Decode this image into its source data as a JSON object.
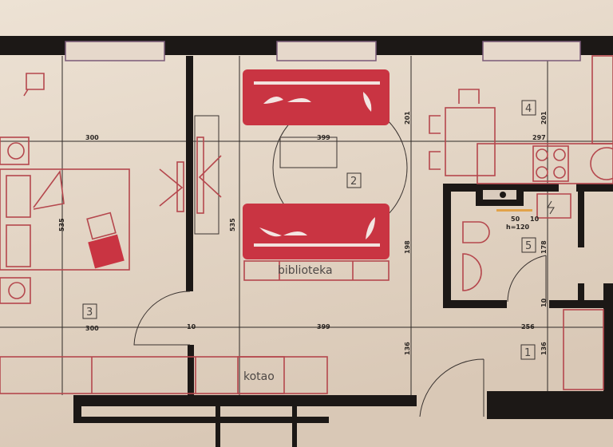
{
  "colors": {
    "paper": "#e8dccd",
    "wall": "#1c1816",
    "furniture_accent": "#c93442",
    "furniture_line": "#b5474d"
  },
  "rooms": [
    {
      "number": "1"
    },
    {
      "number": "2"
    },
    {
      "number": "3"
    },
    {
      "number": "4"
    },
    {
      "number": "5"
    }
  ],
  "labels": {
    "library": "biblioteka",
    "boiler": "kotao"
  },
  "dimensions": {
    "room3_top_width": "300",
    "room3_bottom_width": "300",
    "room3_height": "535",
    "room2_height": "535",
    "room2_top_width": "399",
    "room2_bottom_width": "399",
    "passage_width": "10",
    "left_201": "201",
    "right_201": "201",
    "kitchen_width": "297",
    "hall_height": "198",
    "left_136": "136",
    "right_136": "136",
    "hall_width": "256",
    "bath_50": "50",
    "bath_10": "10",
    "bath_height_note": "h=120",
    "bath_178": "178",
    "bath_door_10": "10"
  }
}
